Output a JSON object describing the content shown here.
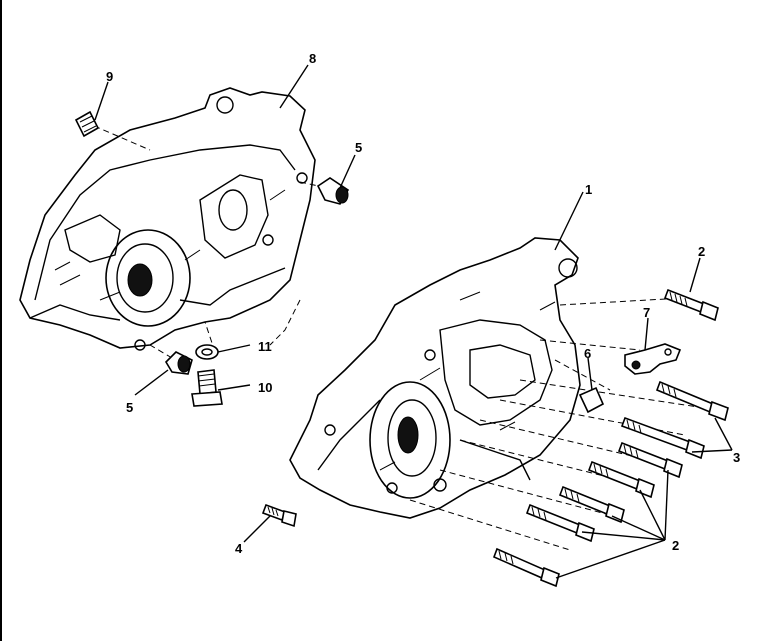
{
  "callouts": {
    "c1": "1",
    "c2_top": "2",
    "c2_bottom": "2",
    "c3": "3",
    "c4": "4",
    "c5_top": "5",
    "c5_bottom": "5",
    "c6": "6",
    "c7": "7",
    "c8": "8",
    "c9": "9",
    "c10": "10",
    "c11": "11"
  }
}
